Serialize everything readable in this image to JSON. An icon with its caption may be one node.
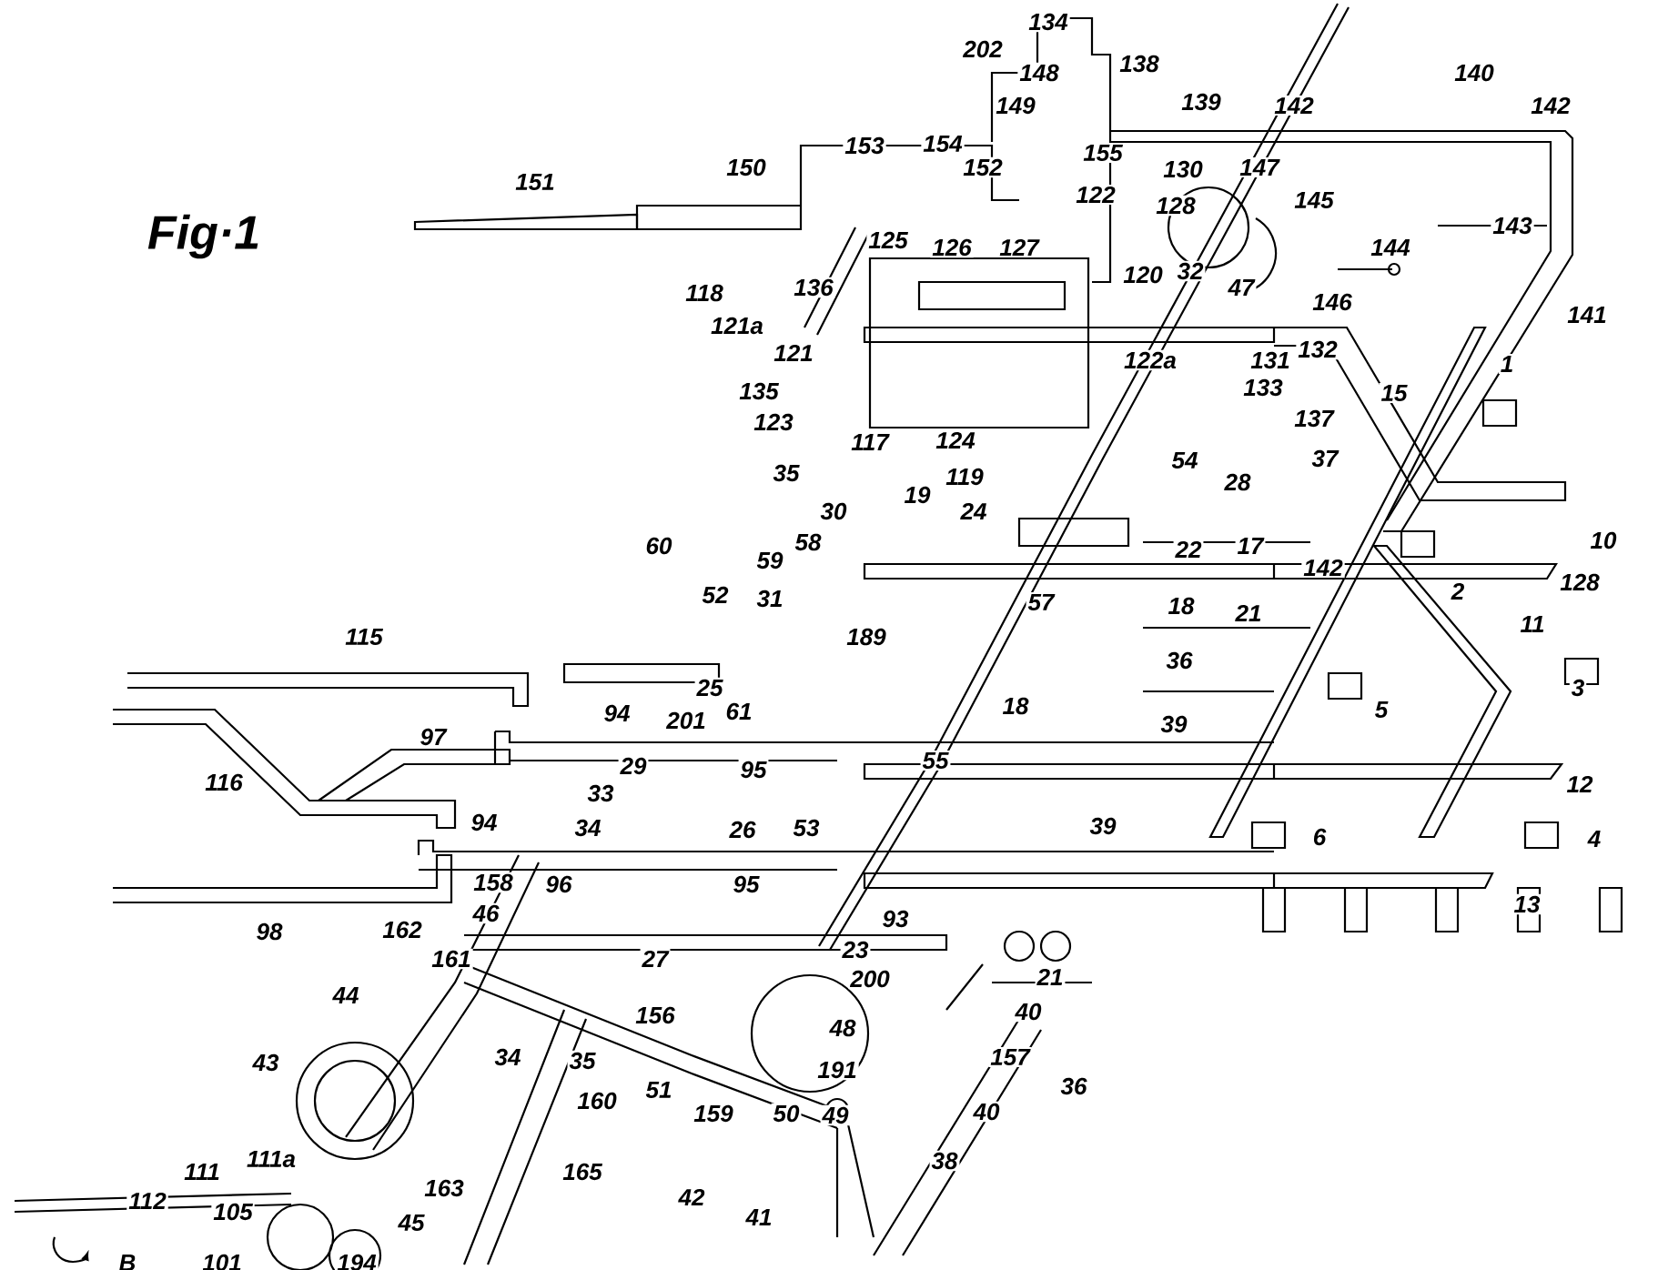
{
  "diagram": {
    "title": "Fig·1",
    "labels": [
      "134",
      "202",
      "148",
      "138",
      "140",
      "149",
      "139",
      "142",
      "142",
      "153",
      "154",
      "152",
      "155",
      "151",
      "150",
      "130",
      "147",
      "145",
      "143",
      "128",
      "122",
      "144",
      "146",
      "125",
      "126",
      "127",
      "136",
      "120",
      "32",
      "47",
      "141",
      "118",
      "121a",
      "121",
      "122a",
      "131",
      "132",
      "1",
      "135",
      "133",
      "15",
      "123",
      "137",
      "117",
      "124",
      "35",
      "37",
      "119",
      "24",
      "54",
      "28",
      "19",
      "30",
      "60",
      "58",
      "22",
      "17",
      "10",
      "142",
      "2",
      "59",
      "128",
      "31",
      "18",
      "21",
      "52",
      "57",
      "11",
      "189",
      "36",
      "3",
      "115",
      "25",
      "61",
      "18",
      "5",
      "39",
      "94",
      "201",
      "97",
      "116",
      "29",
      "95",
      "55",
      "12",
      "33",
      "34",
      "26",
      "53",
      "39",
      "6",
      "4",
      "94",
      "158",
      "96",
      "95",
      "93",
      "13",
      "98",
      "162",
      "46",
      "161",
      "27",
      "23",
      "44",
      "200",
      "21",
      "156",
      "40",
      "48",
      "43",
      "34",
      "35",
      "157",
      "51",
      "191",
      "36",
      "159",
      "50",
      "49",
      "160",
      "40",
      "38",
      "111",
      "111a",
      "163",
      "165",
      "42",
      "41",
      "112",
      "105",
      "45",
      "B",
      "101",
      "194"
    ]
  }
}
